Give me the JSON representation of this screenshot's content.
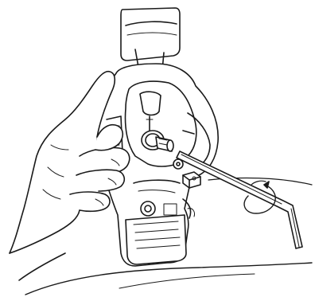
{
  "figure": {
    "kind": "line-art instruction illustration",
    "background_color": "#ffffff",
    "ink_color": "#1a1a1a",
    "parts": [
      "bracket",
      "top-pad",
      "hand",
      "bolt-with-washer",
      "small-square-nut",
      "hex-key",
      "rotation-arrow",
      "base-plate",
      "surface-curve"
    ]
  }
}
